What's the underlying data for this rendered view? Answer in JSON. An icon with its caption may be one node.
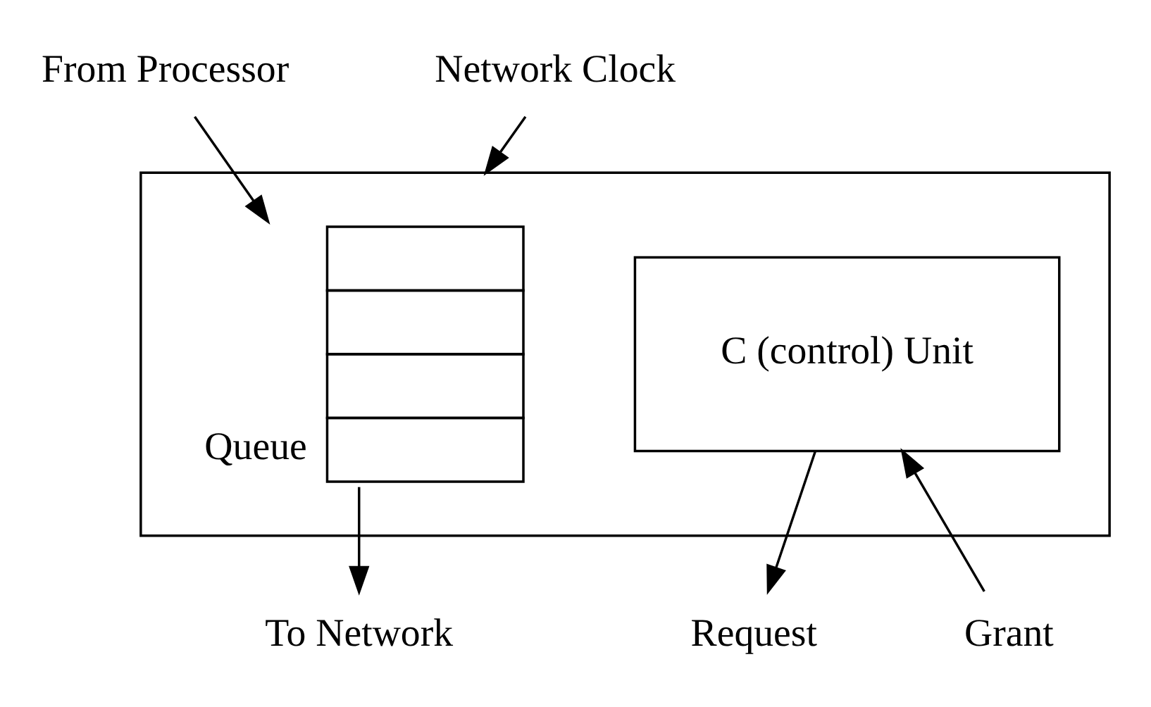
{
  "diagram": {
    "nodes": [
      {
        "text": [],
        "shape": "box"
      },
      {
        "text": [
          "From Processor"
        ]
      },
      {
        "text": [
          "Queue"
        ],
        "in": 0
      },
      {
        "text": [
          "C (control) Unit"
        ],
        "in": 0
      },
      {
        "text": [
          "Network Clock"
        ]
      },
      {
        "text": [
          "To Network"
        ]
      },
      {
        "text": [
          "Request"
        ]
      },
      {
        "text": [
          "Grant"
        ]
      }
    ],
    "edges": [
      {
        "from": 1,
        "to": 2,
        "arrow": "to"
      },
      {
        "from": 4,
        "to": 0,
        "arrow": "to"
      },
      {
        "from": 2,
        "to": 5,
        "arrow": "to"
      },
      {
        "from": 3,
        "to": 6,
        "arrow": "to"
      },
      {
        "from": 7,
        "to": 3,
        "arrow": "to"
      }
    ]
  }
}
